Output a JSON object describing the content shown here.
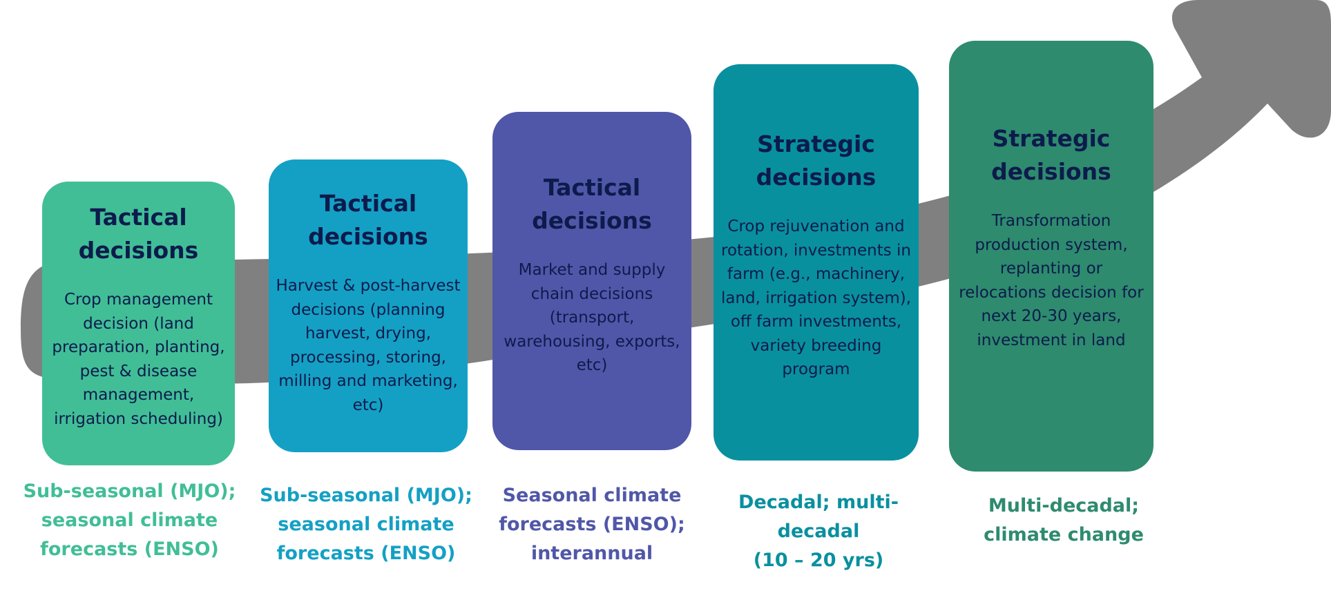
{
  "colors": {
    "arrow": "#808080",
    "title_text": "#0d1b4c",
    "desc_text": "#0d1b4c"
  },
  "cards": [
    {
      "title": "Tactical\ndecisions",
      "description": "Crop management\ndecision (land\npreparation, planting,\npest & disease\nmanagement,\nirrigation scheduling)",
      "horizon": "Sub-seasonal (MJO);\nseasonal climate\nforecasts (ENSO)",
      "fill": "#41be96",
      "horizon_color": "#41be96"
    },
    {
      "title": "Tactical\ndecisions",
      "description": "Harvest & post-harvest\ndecisions (planning\nharvest, drying,\nprocessing, storing,\nmilling and marketing,\netc)",
      "horizon": "Sub-seasonal (MJO);\nseasonal climate\nforecasts (ENSO)",
      "fill": "#14a0c4",
      "horizon_color": "#14a0c4"
    },
    {
      "title": "Tactical\ndecisions",
      "description": "Market and supply\nchain decisions\n(transport,\nwarehousing, exports,\netc)",
      "horizon": "Seasonal climate\nforecasts (ENSO);\ninterannual",
      "fill": "#5057a8",
      "horizon_color": "#5057a8"
    },
    {
      "title": "Strategic\ndecisions",
      "description": "Crop rejuvenation and\nrotation, investments in\nfarm (e.g., machinery,\nland, irrigation system),\noff farm investments,\nvariety breeding\nprogram",
      "horizon": "Decadal; multi-\ndecadal\n(10 – 20 yrs)",
      "fill": "#09909f",
      "horizon_color": "#09909f"
    },
    {
      "title": "Strategic\ndecisions",
      "description": "Transformation\nproduction system,\nreplanting or\nrelocations decision for\nnext 20-30 years,\ninvestment in land",
      "horizon": "Multi-decadal;\nclimate change",
      "fill": "#2e8b6e",
      "horizon_color": "#2e8b6e"
    }
  ]
}
